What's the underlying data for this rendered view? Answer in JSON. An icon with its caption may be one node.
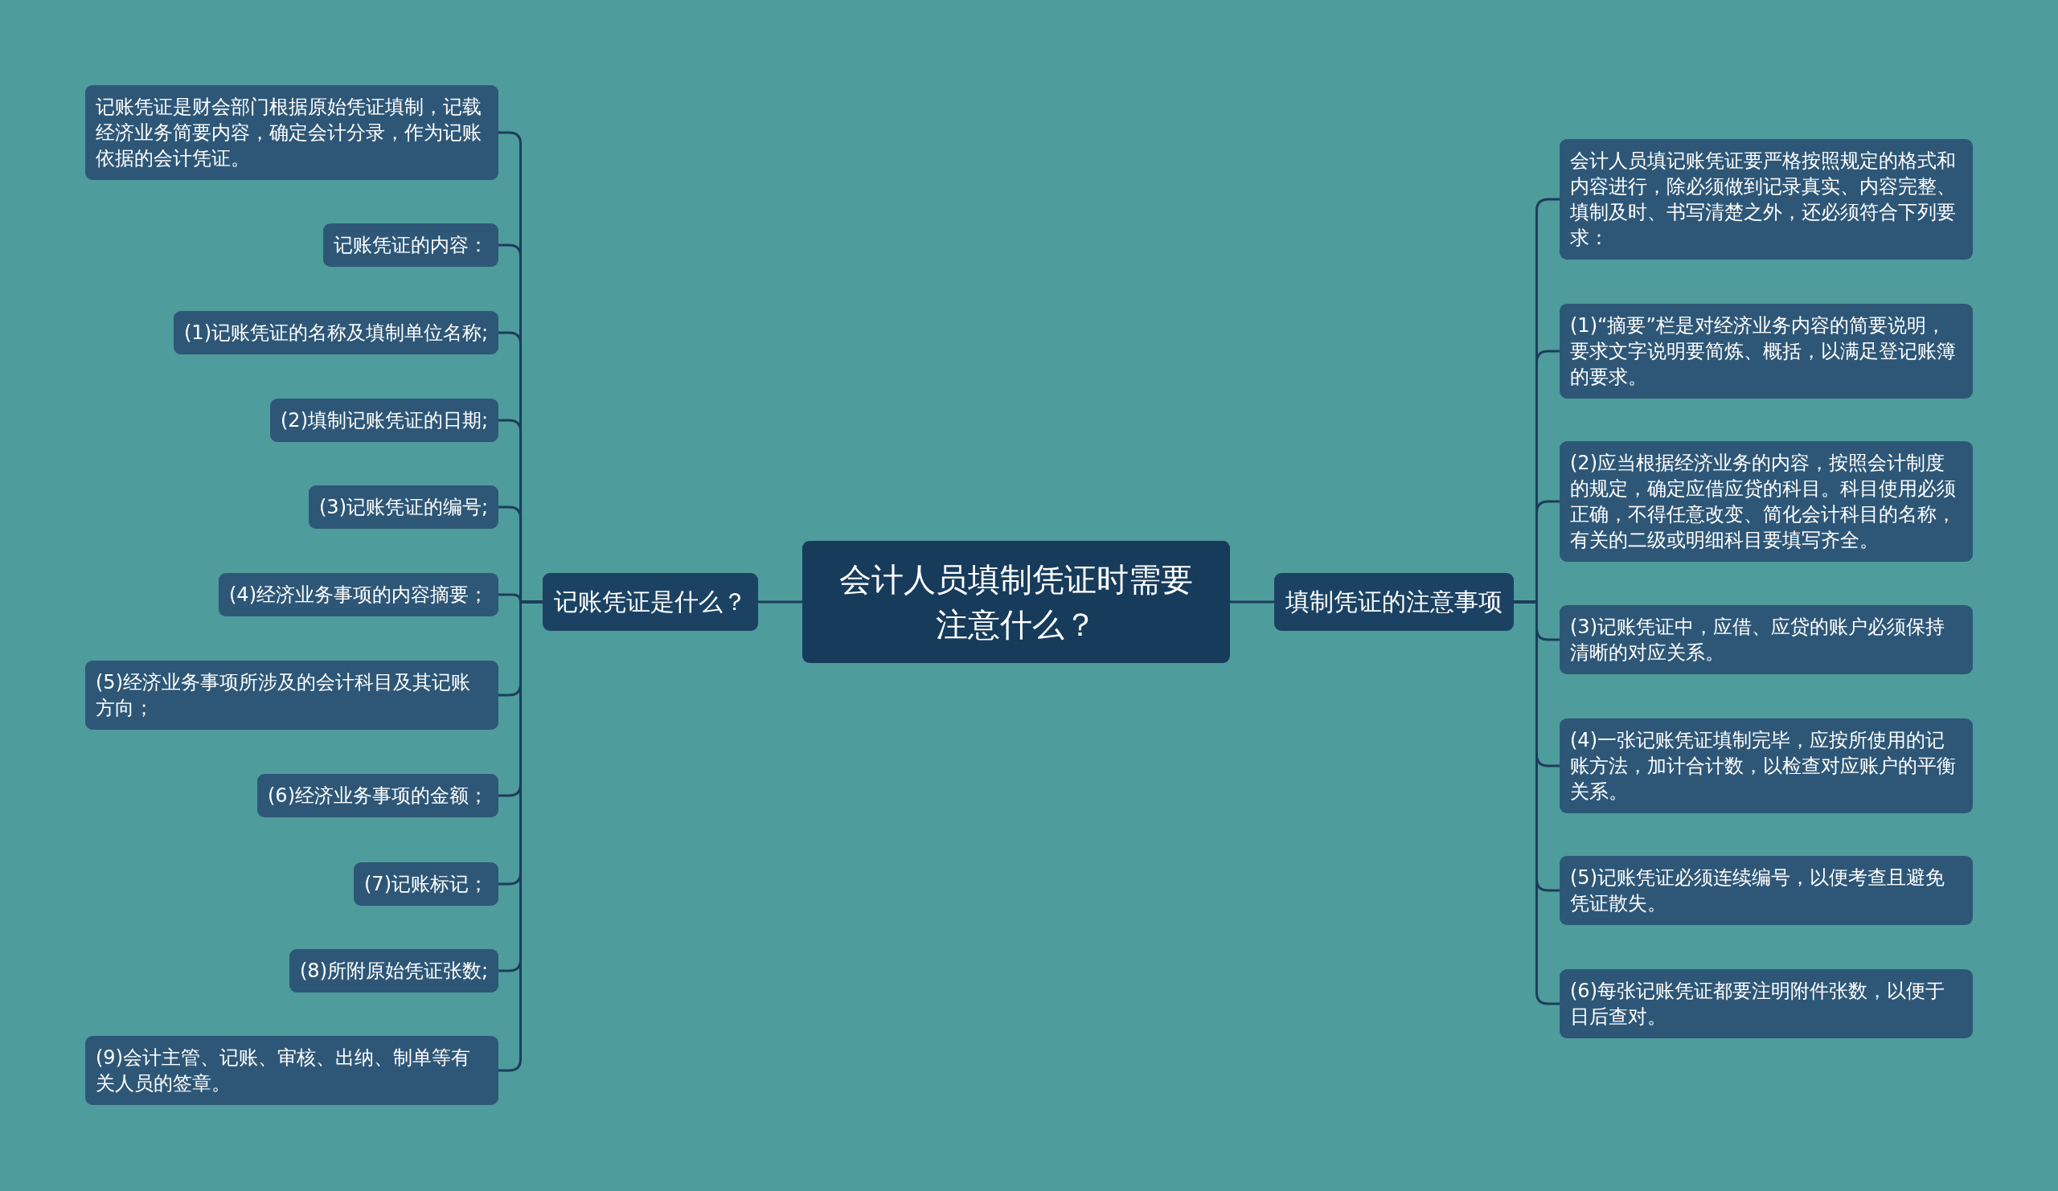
{
  "diagram": {
    "nodes": [
      {
        "text": [
          "会计人员填制凭证时需要注意什么？"
        ]
      },
      {
        "text": [
          "记账凭证是什么？"
        ]
      },
      {
        "text": [
          "记账凭证是财会部门根据原始凭证填制，记载经济业务简要内容，确定会计分录，作为记账依据的会计凭证。"
        ]
      },
      {
        "text": [
          "记账凭证的内容："
        ]
      },
      {
        "text": [
          "(1)记账凭证的名称及填制单位名称;"
        ]
      },
      {
        "text": [
          "(2)填制记账凭证的日期;"
        ]
      },
      {
        "text": [
          "(3)记账凭证的编号;"
        ]
      },
      {
        "text": [
          "(4)经济业务事项的内容摘要；"
        ]
      },
      {
        "text": [
          "(5)经济业务事项所涉及的会计科目及其记账方向；"
        ]
      },
      {
        "text": [
          "(6)经济业务事项的金额；"
        ]
      },
      {
        "text": [
          "(7)记账标记；"
        ]
      },
      {
        "text": [
          "(8)所附原始凭证张数;"
        ]
      },
      {
        "text": [
          "(9)会计主管、记账、审核、出纳、制单等有关人员的签章。"
        ]
      },
      {
        "text": [
          "填制凭证的注意事项"
        ]
      },
      {
        "text": [
          "会计人员填记账凭证要严格按照规定的格式和内容进行，除必须做到记录真实、内容完整、填制及时、书写清楚之外，还必须符合下列要求："
        ]
      },
      {
        "text": [
          "(1)“摘要”栏是对经济业务内容的简要说明，要求文字说明要简炼、概括，以满足登记账簿的要求。"
        ]
      },
      {
        "text": [
          "(2)应当根据经济业务的内容，按照会计制度的规定，确定应借应贷的科目。科目使用必须正确，不得任意改变、简化会计科目的名称，有关的二级或明细科目要填写齐全。"
        ]
      },
      {
        "text": [
          "(3)记账凭证中，应借、应贷的账户必须保持清晰的对应关系。"
        ]
      },
      {
        "text": [
          "(4)一张记账凭证填制完毕，应按所使用的记账方法，加计合计数，以检查对应账户的平衡关系。"
        ]
      },
      {
        "text": [
          "(5)记账凭证必须连续编号，以便考查且避免凭证散失。"
        ]
      },
      {
        "text": [
          "(6)每张记账凭证都要注明附件张数，以便于日后查对。"
        ]
      }
    ],
    "edges": [
      {
        "from": 0,
        "to": 1,
        "arrow": "none"
      },
      {
        "from": 1,
        "to": 2,
        "arrow": "none"
      },
      {
        "from": 1,
        "to": 3,
        "arrow": "none"
      },
      {
        "from": 1,
        "to": 4,
        "arrow": "none"
      },
      {
        "from": 1,
        "to": 5,
        "arrow": "none"
      },
      {
        "from": 1,
        "to": 6,
        "arrow": "none"
      },
      {
        "from": 1,
        "to": 7,
        "arrow": "none"
      },
      {
        "from": 1,
        "to": 8,
        "arrow": "none"
      },
      {
        "from": 1,
        "to": 9,
        "arrow": "none"
      },
      {
        "from": 1,
        "to": 10,
        "arrow": "none"
      },
      {
        "from": 1,
        "to": 11,
        "arrow": "none"
      },
      {
        "from": 1,
        "to": 12,
        "arrow": "none"
      },
      {
        "from": 0,
        "to": 13,
        "arrow": "none"
      },
      {
        "from": 13,
        "to": 14,
        "arrow": "none"
      },
      {
        "from": 13,
        "to": 15,
        "arrow": "none"
      },
      {
        "from": 13,
        "to": 16,
        "arrow": "none"
      },
      {
        "from": 13,
        "to": 17,
        "arrow": "none"
      },
      {
        "from": 13,
        "to": 18,
        "arrow": "none"
      },
      {
        "from": 13,
        "to": 19,
        "arrow": "none"
      },
      {
        "from": 13,
        "to": 20,
        "arrow": "none"
      }
    ]
  }
}
